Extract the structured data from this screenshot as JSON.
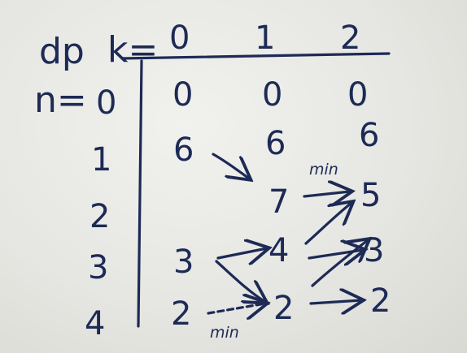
{
  "header": {
    "table_label": "dp",
    "k_label": "k=",
    "k_values": [
      "0",
      "1",
      "2"
    ]
  },
  "rows": {
    "n_label": "n=",
    "n_values": [
      "0",
      "1",
      "2",
      "3",
      "4"
    ]
  },
  "cells": {
    "r0": [
      "0",
      "0",
      "0"
    ],
    "r1": [
      "6",
      "6",
      "6"
    ],
    "r2": [
      "",
      "7",
      "5"
    ],
    "r3": [
      "3",
      "4",
      "3"
    ],
    "r4": [
      "2",
      "2",
      "2"
    ]
  },
  "annotations": {
    "min_top": "min",
    "min_bottom": "min"
  },
  "colors": {
    "ink": "#1d2a55",
    "paper": "#e7e7e4"
  }
}
